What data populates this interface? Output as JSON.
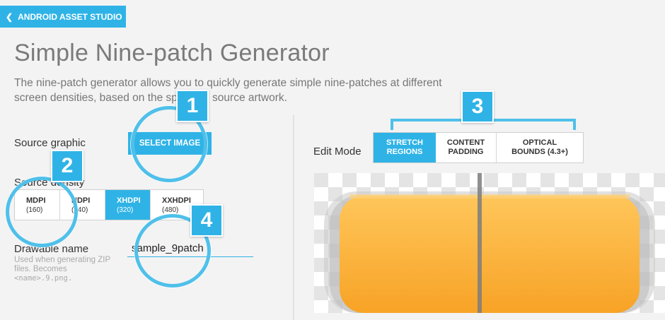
{
  "back_button": {
    "label": "ANDROID ASSET STUDIO",
    "icon": "chevron-left-icon"
  },
  "page": {
    "title": "Simple Nine-patch Generator",
    "description": "The nine-patch generator allows you to quickly generate simple nine-patches at different screen densities, based on the specified source artwork."
  },
  "source_graphic": {
    "label": "Source graphic",
    "button_label": "SELECT IMAGE"
  },
  "source_density": {
    "label": "Source density",
    "options": [
      {
        "name": "MDPI",
        "dpi": "(160)"
      },
      {
        "name": "HDPI",
        "dpi": "(240)"
      },
      {
        "name": "XHDPI",
        "dpi": "(320)"
      },
      {
        "name": "XXHDPI",
        "dpi": "(480)"
      }
    ],
    "selected": "XHDPI"
  },
  "drawable_name": {
    "label": "Drawable name",
    "value": "sample_9patch",
    "hint_text": "Used when generating ZIP files. Becomes",
    "hint_code": "<name>.9.png."
  },
  "edit_mode": {
    "label": "Edit Mode",
    "options": [
      {
        "line1": "STRETCH",
        "line2": "REGIONS"
      },
      {
        "line1": "CONTENT",
        "line2": "PADDING"
      },
      {
        "line1": "OPTICAL",
        "line2": "BOUNDS (4.3+)"
      }
    ],
    "selected": "STRETCH REGIONS"
  },
  "callouts": [
    "1",
    "2",
    "3",
    "4"
  ],
  "colors": {
    "accent": "#2fb3e6",
    "callout_ring": "#4fc0ea",
    "preview_orange": "#ffb347",
    "stretch_guide": "#7d7d7d"
  }
}
